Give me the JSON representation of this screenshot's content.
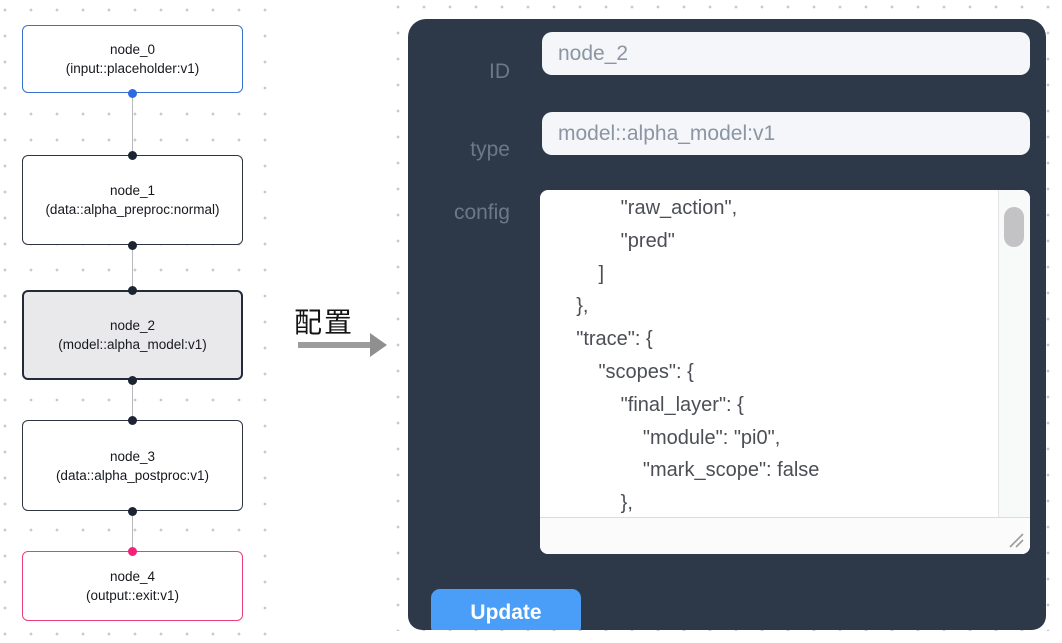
{
  "canvas": {
    "nodes": [
      {
        "title": "node_0",
        "subtitle": "(input::placeholder:v1)",
        "variant": "input"
      },
      {
        "title": "node_1",
        "subtitle": "(data::alpha_preproc:normal)",
        "variant": "default"
      },
      {
        "title": "node_2",
        "subtitle": "(model::alpha_model:v1)",
        "variant": "selected"
      },
      {
        "title": "node_3",
        "subtitle": "(data::alpha_postproc:v1)",
        "variant": "default"
      },
      {
        "title": "node_4",
        "subtitle": "(output::exit:v1)",
        "variant": "output"
      }
    ]
  },
  "transition": {
    "label": "配置"
  },
  "panel": {
    "id_label": "ID",
    "id_value": "node_2",
    "type_label": "type",
    "type_value": "model::alpha_model:v1",
    "config_label": "config",
    "config_text": "            \"raw_action\",\n            \"pred\"\n        ]\n    },\n    \"trace\": {\n        \"scopes\": {\n            \"final_layer\": {\n                \"module\": \"pi0\",\n                \"mark_scope\": false\n            },\n            \"action_model\": {",
    "update_label": "Update"
  },
  "colors": {
    "panel_bg": "#2d3848",
    "button_blue": "#4b9ef8",
    "node_input_border": "#3b6fd0",
    "node_output_border": "#ee3d7d",
    "node_default_border": "#2e3440",
    "selected_node_bg": "#e9e9eb",
    "handle_dark": "#1c2433",
    "handle_blue": "#2c6be2",
    "handle_pink": "#f22179"
  }
}
